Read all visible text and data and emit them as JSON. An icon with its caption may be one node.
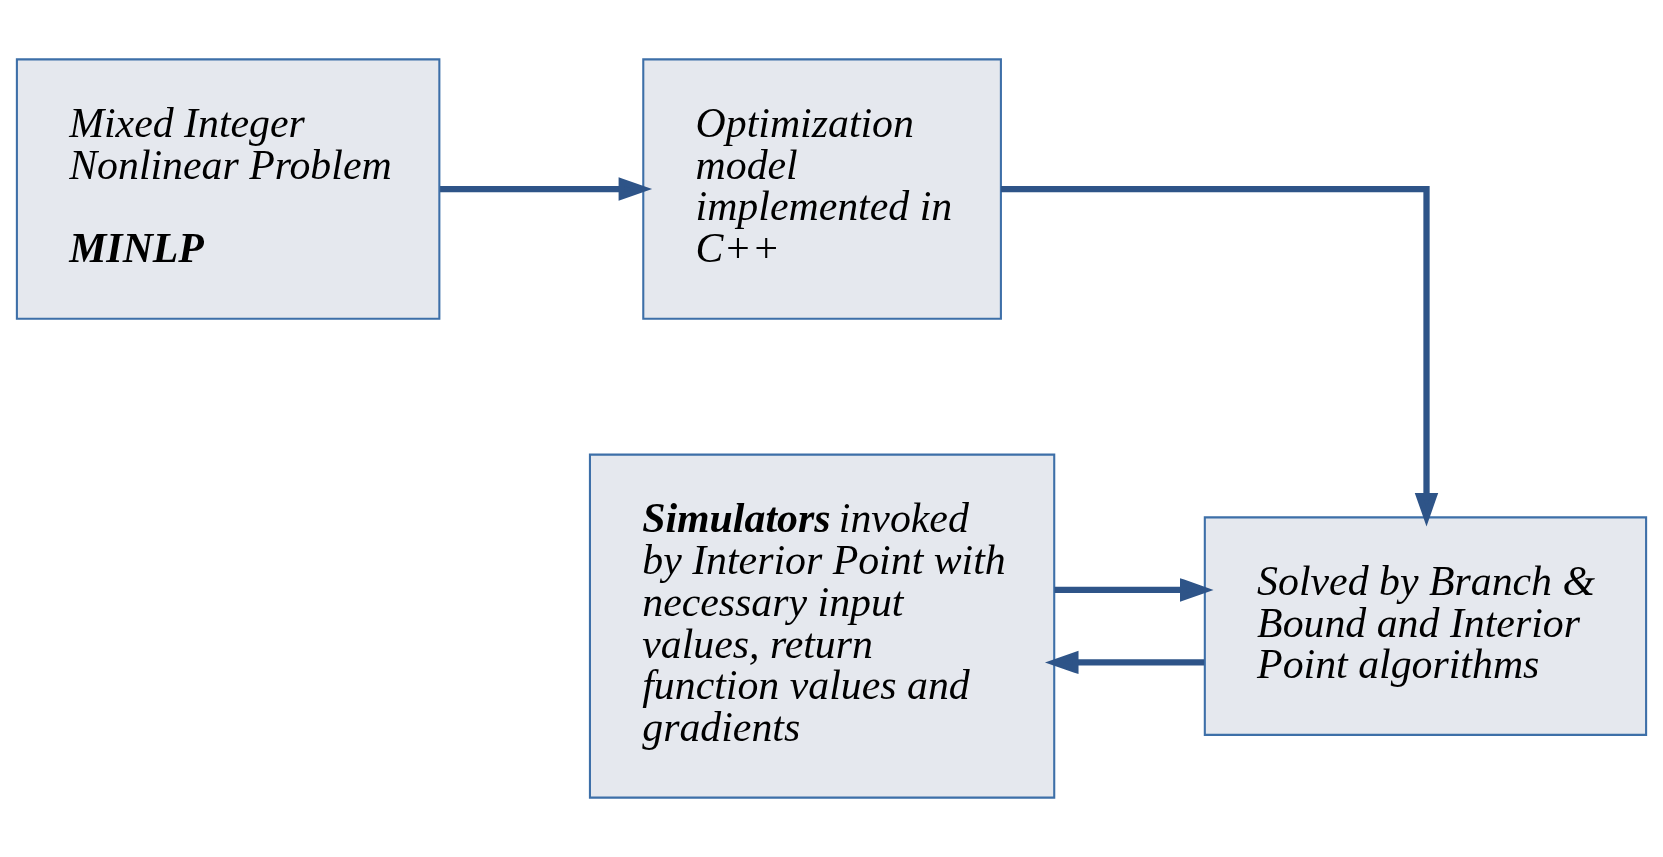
{
  "diagram": {
    "nodes": [
      {
        "text": [
          "Mixed Integer Nonlinear Problem",
          "MINLP"
        ]
      },
      {
        "text": [
          "Optimization model implemented in C++"
        ]
      },
      {
        "text": [
          "Solved by Branch & Bound and Interior Point algorithms"
        ]
      },
      {
        "text": [
          "**Simulators** invoked by Interior Point with necessary input values, return function values and gradients"
        ]
      }
    ],
    "edges": [
      {
        "from": 0,
        "to": 1,
        "arrow": "to"
      },
      {
        "from": 1,
        "to": 2,
        "arrow": "to"
      },
      {
        "from": 2,
        "to": 3,
        "arrow": "to"
      },
      {
        "from": 3,
        "to": 2,
        "arrow": "to"
      }
    ]
  }
}
